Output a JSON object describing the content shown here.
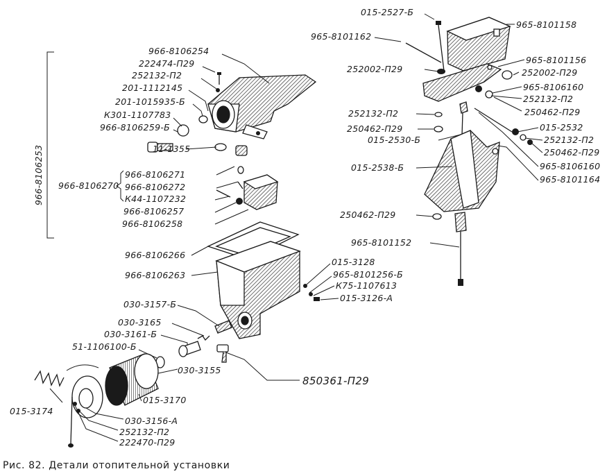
{
  "caption": "Рис. 82. Детали отопительной установки",
  "assembly_label": "966-8106253",
  "group_label": "966-8106270",
  "labels": [
    {
      "id": "p1",
      "text": "966-8106254"
    },
    {
      "id": "p2",
      "text": "222474-П29"
    },
    {
      "id": "p3",
      "text": "252132-П2"
    },
    {
      "id": "p4",
      "text": "201-1112145"
    },
    {
      "id": "p5",
      "text": "201-1015935-Б"
    },
    {
      "id": "p6",
      "text": "К301-1107783"
    },
    {
      "id": "p7",
      "text": "966-8106259-Б"
    },
    {
      "id": "p8",
      "text": "11-1355"
    },
    {
      "id": "p9",
      "text": "966-8106271"
    },
    {
      "id": "p10",
      "text": "966-8106272"
    },
    {
      "id": "p11",
      "text": "К44-1107232"
    },
    {
      "id": "p12",
      "text": "966-8106257"
    },
    {
      "id": "p13",
      "text": "966-8106258"
    },
    {
      "id": "p14",
      "text": "966-8106266"
    },
    {
      "id": "p15",
      "text": "966-8106263"
    },
    {
      "id": "p16",
      "text": "015-3128"
    },
    {
      "id": "p17",
      "text": "965-8101256-Б"
    },
    {
      "id": "p18",
      "text": "К75-1107613"
    },
    {
      "id": "p19",
      "text": "015-3126-А"
    },
    {
      "id": "p20",
      "text": "030-3157-Б"
    },
    {
      "id": "p21",
      "text": "030-3165"
    },
    {
      "id": "p22",
      "text": "030-3161-Б"
    },
    {
      "id": "p23",
      "text": "51-1106100-Б"
    },
    {
      "id": "p24",
      "text": "030-3155"
    },
    {
      "id": "p25",
      "text": "850361-П29"
    },
    {
      "id": "p26",
      "text": "015-3170"
    },
    {
      "id": "p27",
      "text": "015-3174"
    },
    {
      "id": "p28",
      "text": "030-3156-А"
    },
    {
      "id": "p29",
      "text": "252132-П2"
    },
    {
      "id": "p30",
      "text": "222470-П29"
    },
    {
      "id": "p31",
      "text": "015-2527-Б"
    },
    {
      "id": "p32",
      "text": "965-8101158"
    },
    {
      "id": "p33",
      "text": "965-8101162"
    },
    {
      "id": "p34",
      "text": "965-8101156"
    },
    {
      "id": "p35",
      "text": "252002-П29"
    },
    {
      "id": "p36",
      "text": "252002-П29"
    },
    {
      "id": "p37",
      "text": "965-8106160"
    },
    {
      "id": "p38",
      "text": "252132-П2"
    },
    {
      "id": "p39",
      "text": "252132-П2"
    },
    {
      "id": "p40",
      "text": "250462-П29"
    },
    {
      "id": "p41",
      "text": "250462-П29"
    },
    {
      "id": "p42",
      "text": "015-2532"
    },
    {
      "id": "p43",
      "text": "015-2530-Б"
    },
    {
      "id": "p44",
      "text": "252132-П2"
    },
    {
      "id": "p45",
      "text": "250462-П29"
    },
    {
      "id": "p46",
      "text": "015-2538-Б"
    },
    {
      "id": "p47",
      "text": "965-8106160"
    },
    {
      "id": "p48",
      "text": "965-8101164"
    },
    {
      "id": "p49",
      "text": "250462-П29"
    },
    {
      "id": "p50",
      "text": "965-8101152"
    }
  ]
}
